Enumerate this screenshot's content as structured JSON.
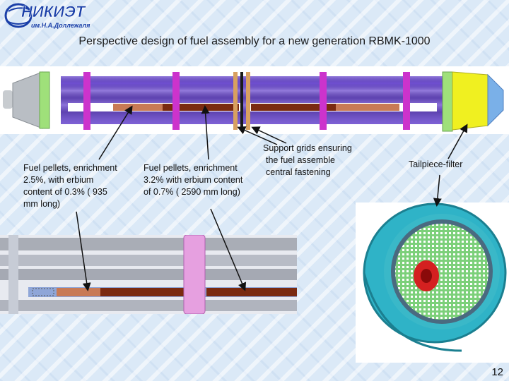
{
  "logo": {
    "text": "НИКИЭТ",
    "subtitle": "им.Н.А.Доллежаля"
  },
  "title": "Perspective design of fuel assembly for a new generation RBMK-1000",
  "labels": {
    "pellets_low": [
      "Fuel pellets, enrichment",
      "2.5%, with erbium",
      "content of  0.3% ( 935",
      "mm long)"
    ],
    "pellets_high": [
      "Fuel pellets, enrichment",
      "3.2% with erbium content",
      "of 0.7% ( 2590 mm long)"
    ],
    "support_grids": [
      "Support grids ensuring",
      "the fuel assemble",
      "central fastening"
    ],
    "tailpiece": "Tailpiece-filter"
  },
  "page_number": "12",
  "colors": {
    "rod": "#6f4fd0",
    "grid": "#cc33cc",
    "pellet_low": "#c87a55",
    "pellet_high": "#7a2a10",
    "tailpiece": "#f0f020",
    "filter_body": "#2fb3c7"
  }
}
